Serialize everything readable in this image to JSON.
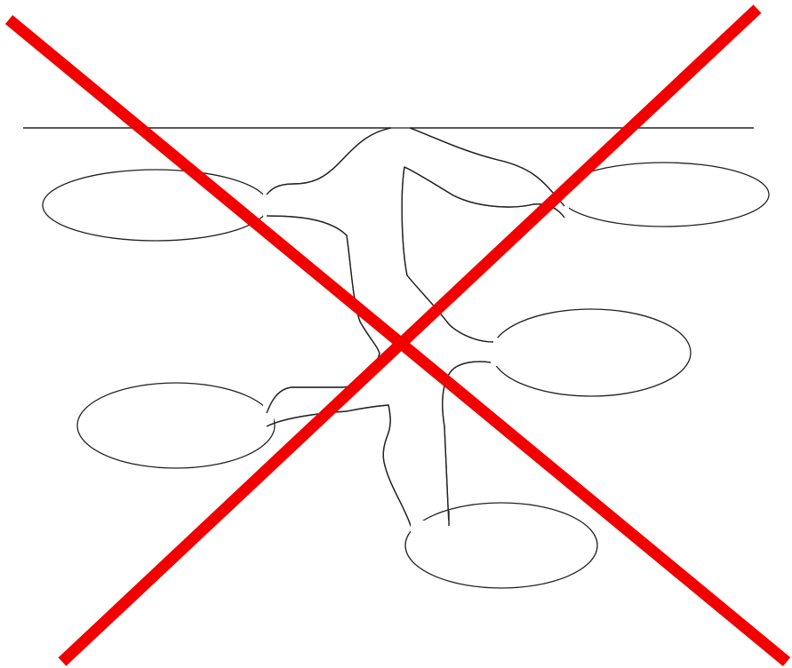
{
  "diagram": {
    "description_visible_text": [],
    "structure": {
      "surface_line": "present",
      "chambers": 5,
      "tunnel_openings": 2
    }
  },
  "colors": {
    "outline": "#222222",
    "background": "#ffffff",
    "cross": "#f20000"
  },
  "overlay": {
    "type": "red-x",
    "meaning": "crossed-out"
  }
}
